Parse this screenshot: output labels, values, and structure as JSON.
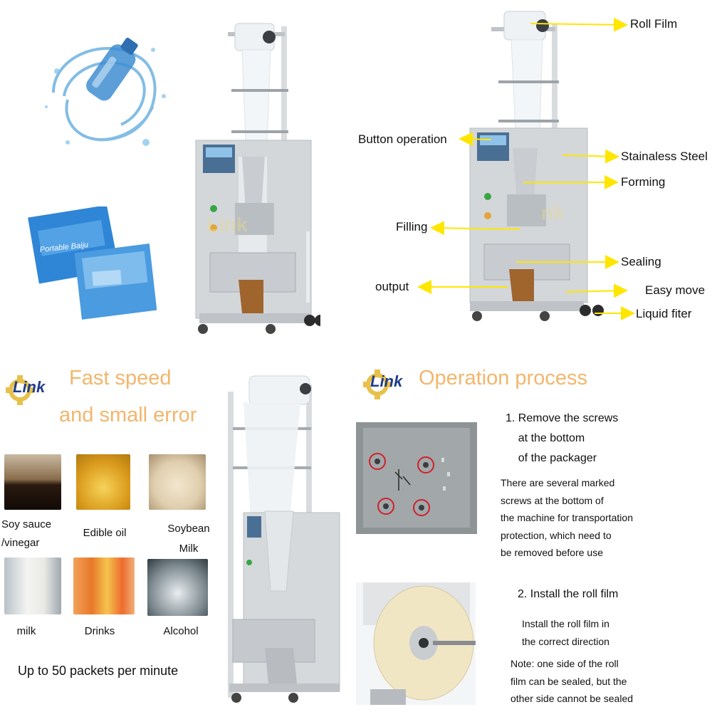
{
  "diagram": {
    "labels": {
      "roll_film": "Roll Film",
      "button_operation": "Button operation",
      "stainless_steel": "Stainaless Steel",
      "forming": "Forming",
      "filling": "Filling",
      "sealing": "Sealing",
      "output": "output",
      "easy_move": "Easy move",
      "liquid_filter": "Liquid fiter"
    },
    "arrow_color": "#ffe600"
  },
  "promo": {
    "logo_text": "Link",
    "title_line1": "Fast speed",
    "title_line2": "and small error",
    "accent_color": "#f2b66c",
    "products": [
      {
        "label": "Soy sauce\n/vinegar"
      },
      {
        "label": "Edible oil"
      },
      {
        "label": "Soybean\nMilk"
      },
      {
        "label": "milk"
      },
      {
        "label": "Drinks"
      },
      {
        "label": "Alcohol"
      }
    ],
    "speed_text": "Up to 50 packets per minute"
  },
  "process": {
    "logo_text": "Link",
    "title": "Operation process",
    "step1_title": "1. Remove the screws\n    at the bottom\n    of the packager",
    "step1_desc": "There are several marked\nscrews at the bottom of\nthe machine for transportation\nprotection, which need to\nbe removed before use",
    "step2_title": "2. Install the roll film",
    "step2_desc": "Install the roll film in\nthe correct direction",
    "step2_note": "Note: one side of the roll\nfilm can be sealed, but the\nother side cannot be sealed"
  }
}
